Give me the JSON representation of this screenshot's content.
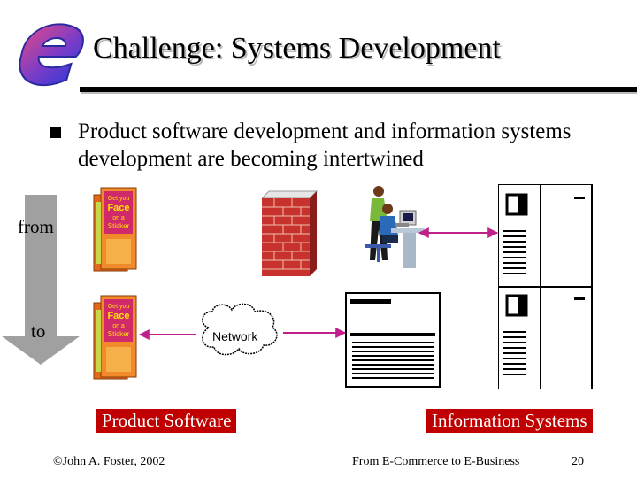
{
  "slide": {
    "title": "Challenge: Systems Development",
    "bullet": "Product software development and information systems development are becoming intertwined",
    "from_label": "from",
    "to_label": "to",
    "network_label": "Network",
    "captions": {
      "left": "Product Software",
      "right": "Information Systems"
    },
    "footer": {
      "left": "©John A. Foster,  2002",
      "center": "From E-Commerce to E-Business",
      "page_number": "20"
    },
    "kiosk_text": [
      "Get you",
      "Face",
      "on a",
      "Sticker"
    ]
  },
  "colors": {
    "accent_red": "#c00000",
    "arrow_gray": "#a0a0a0",
    "link_purple": "#c0208a",
    "logo_blue": "#3b3bd6",
    "logo_magenta": "#d6287a",
    "kiosk_orange": "#e36a1a",
    "brick": "#c8322c"
  }
}
